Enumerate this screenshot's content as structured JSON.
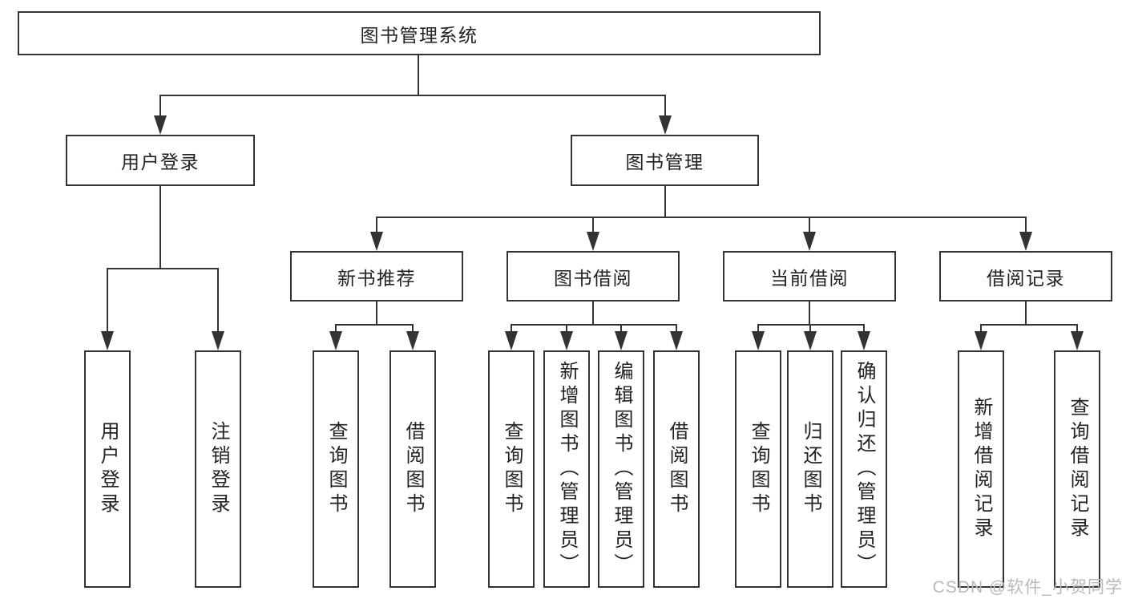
{
  "nodes": {
    "root": "图书管理系统",
    "user_login": "用户登录",
    "book_management": "图书管理",
    "new_book_recommend": "新书推荐",
    "book_borrow": "图书借阅",
    "current_borrow": "当前借阅",
    "borrow_records": "借阅记录"
  },
  "leaves": {
    "user_login": [
      "用户登录",
      "注销登录"
    ],
    "new_book_recommend": [
      "查询图书",
      "借阅图书"
    ],
    "book_borrow": [
      "查询图书",
      "新增图书（管理员）",
      "编辑图书（管理员）",
      "借阅图书"
    ],
    "current_borrow": [
      "查询图书",
      "归还图书",
      "确认归还（管理员）"
    ],
    "borrow_records": [
      "新增借阅记录",
      "查询借阅记录"
    ]
  },
  "watermark": "CSDN @软件_小贺同学",
  "colors": {
    "line": "#333333",
    "text": "#222222",
    "watermark": "#b9b9b9",
    "background": "#ffffff"
  }
}
